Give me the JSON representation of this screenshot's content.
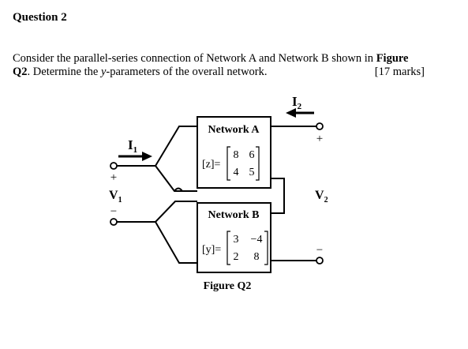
{
  "question": {
    "heading": "Question 2",
    "text_part1": "Consider the parallel-series connection of Network A and Network B shown in ",
    "figure_word": "Figure",
    "figure_ref": "Q2",
    "text_part2": ". Determine the ",
    "y_italic": "y",
    "text_part3": "-parameters of the overall network.",
    "marks": "[17 marks]"
  },
  "figure": {
    "network_a": {
      "title": "Network A",
      "param_label": "[z]=",
      "matrix": [
        "8",
        "6",
        "4",
        "5"
      ]
    },
    "network_b": {
      "title": "Network B",
      "param_label": "[y]=",
      "matrix": [
        "3",
        "−4",
        "2",
        "8"
      ]
    },
    "port1": {
      "current": "I",
      "current_sub": "1",
      "voltage": "V",
      "voltage_sub": "1",
      "plus": "+",
      "minus": "−"
    },
    "port2": {
      "current": "I",
      "current_sub": "2",
      "voltage": "V",
      "voltage_sub": "2",
      "plus": "+",
      "minus": "−"
    },
    "caption": "Figure Q2"
  }
}
